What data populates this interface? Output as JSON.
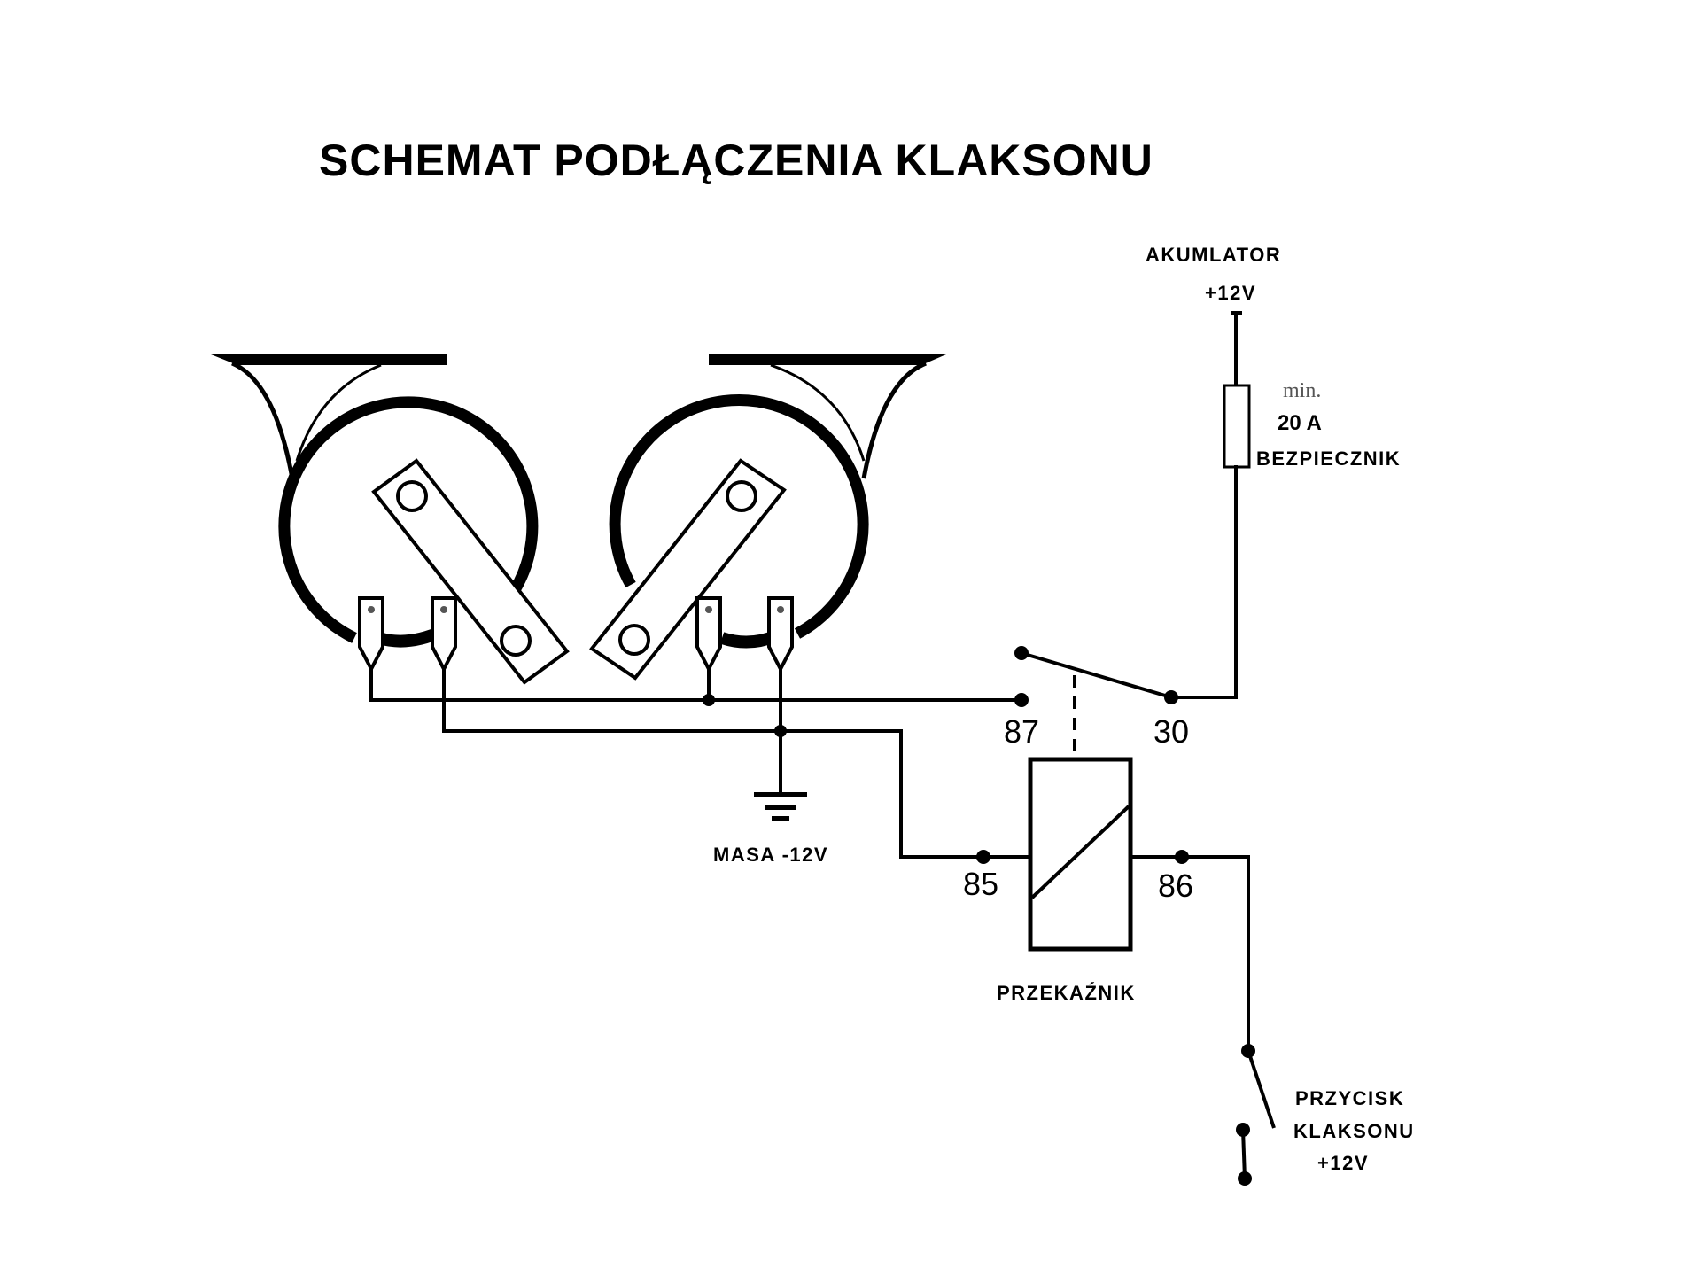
{
  "title": "SCHEMAT PODŁĄCZENIA KLAKSONU",
  "colors": {
    "ink": "#000000",
    "paper": "#ffffff",
    "muted": "#555555"
  },
  "battery": {
    "label": "AKUMLATOR",
    "voltage": "+12V"
  },
  "fuse": {
    "note": "min.",
    "rating": "20 A",
    "label": "BEZPIECZNIK"
  },
  "relay": {
    "label": "PRZEKAŹNIK",
    "pins": {
      "p87": "87",
      "p30": "30",
      "p85": "85",
      "p86": "86"
    }
  },
  "ground": {
    "label": "MASA -12V"
  },
  "horn_button": {
    "line1": "PRZYCISK",
    "line2": "KLAKSONU",
    "voltage": "+12V"
  },
  "horns": [
    {
      "name": "left-horn"
    },
    {
      "name": "right-horn"
    }
  ]
}
